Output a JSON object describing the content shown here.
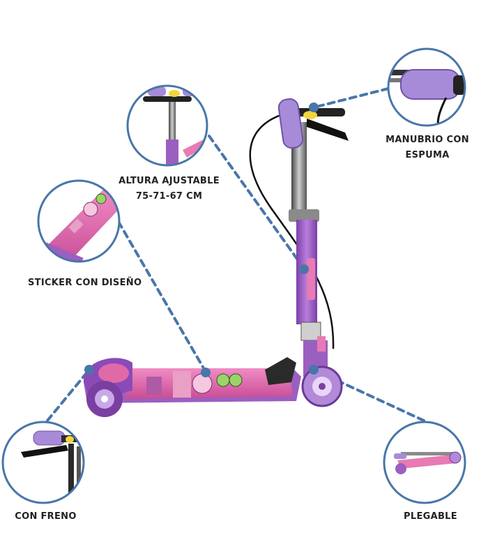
{
  "callouts": {
    "handlebar_foam": {
      "line1": "MANUBRIO CON",
      "line2": "ESPUMA"
    },
    "adjustable_height": {
      "line1": "ALTURA AJUSTABLE",
      "line2": "75-71-67 CM"
    },
    "sticker_design": {
      "line1": "STICKER CON DISEÑO"
    },
    "brake": {
      "line1": "CON FRENO"
    },
    "foldable": {
      "line1": "PLEGABLE"
    }
  },
  "colors": {
    "callout_blue": "#4876a8",
    "scooter_purple": "#9b5fc0",
    "deck_pink": "#e87ab4",
    "grip_lavender": "#a78bd8"
  },
  "icons": [
    "scooter-photo",
    "handlebar-grip-detail",
    "height-adjust-detail",
    "deck-sticker-detail",
    "brake-lever-detail",
    "folded-scooter-detail"
  ]
}
